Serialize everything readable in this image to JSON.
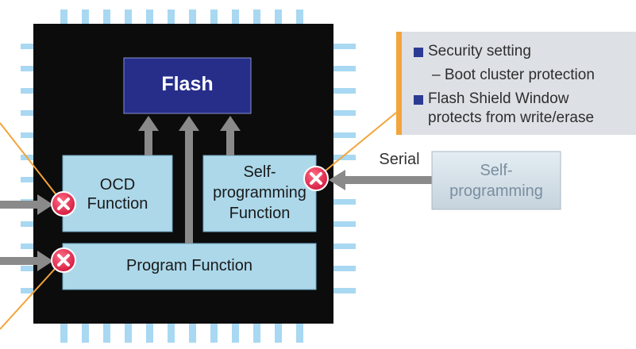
{
  "flash": {
    "label": "Flash"
  },
  "ocd": {
    "line1": "OCD",
    "line2": "Function"
  },
  "self_prog_chip": {
    "line1": "Self-",
    "line2": "programming",
    "line3": "Function"
  },
  "program": {
    "label": "Program Function"
  },
  "serial": {
    "label": "Serial"
  },
  "self_prog_ext": {
    "line1": "Self-",
    "line2": "programming"
  },
  "security_note": {
    "item1": "Security setting",
    "item1_sub": "– Boot cluster protection",
    "item2_line1": "Flash Shield Window",
    "item2_line2": "protects from write/erase"
  },
  "colors": {
    "chip": "#0c0c0c",
    "pin": "#a8d8f2",
    "flash_block": "#262e8a",
    "function_block": "#acd8ea",
    "arrow": "#8a8a8a",
    "callout_line": "#f3a43a",
    "block_icon": "#e0234a",
    "note_bg": "#dde0e5",
    "bullet": "#2c3a94"
  },
  "icons": {
    "block": "blocked-x-icon"
  }
}
